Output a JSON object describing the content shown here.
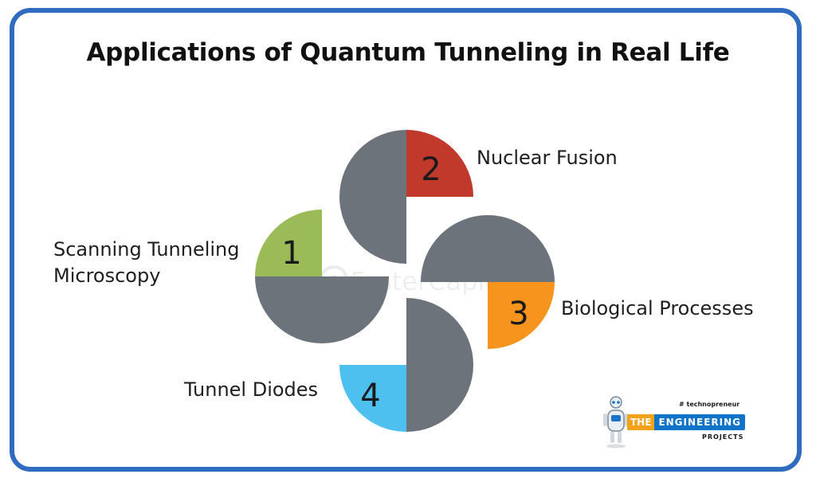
{
  "title": "Applications of Quantum Tunneling in Real Life",
  "items": [
    {
      "number": "1",
      "label_lines": [
        "Scanning Tunneling",
        "Microscopy"
      ],
      "color": "#9bbb59"
    },
    {
      "number": "2",
      "label_lines": [
        "Nuclear Fusion"
      ],
      "color": "#c0392b"
    },
    {
      "number": "3",
      "label_lines": [
        "Biological Processes"
      ],
      "color": "#f7941d"
    },
    {
      "number": "4",
      "label_lines": [
        "Tunnel Diodes"
      ],
      "color": "#4ec0f0"
    }
  ],
  "colors": {
    "gray_petal": "#6d737b",
    "frame": "#2f6cc0"
  },
  "watermark": "FasterCapital",
  "logo": {
    "tag": "# technopreneur",
    "the": "THE",
    "name": "ENGINEERING",
    "sub": "PROJECTS"
  }
}
